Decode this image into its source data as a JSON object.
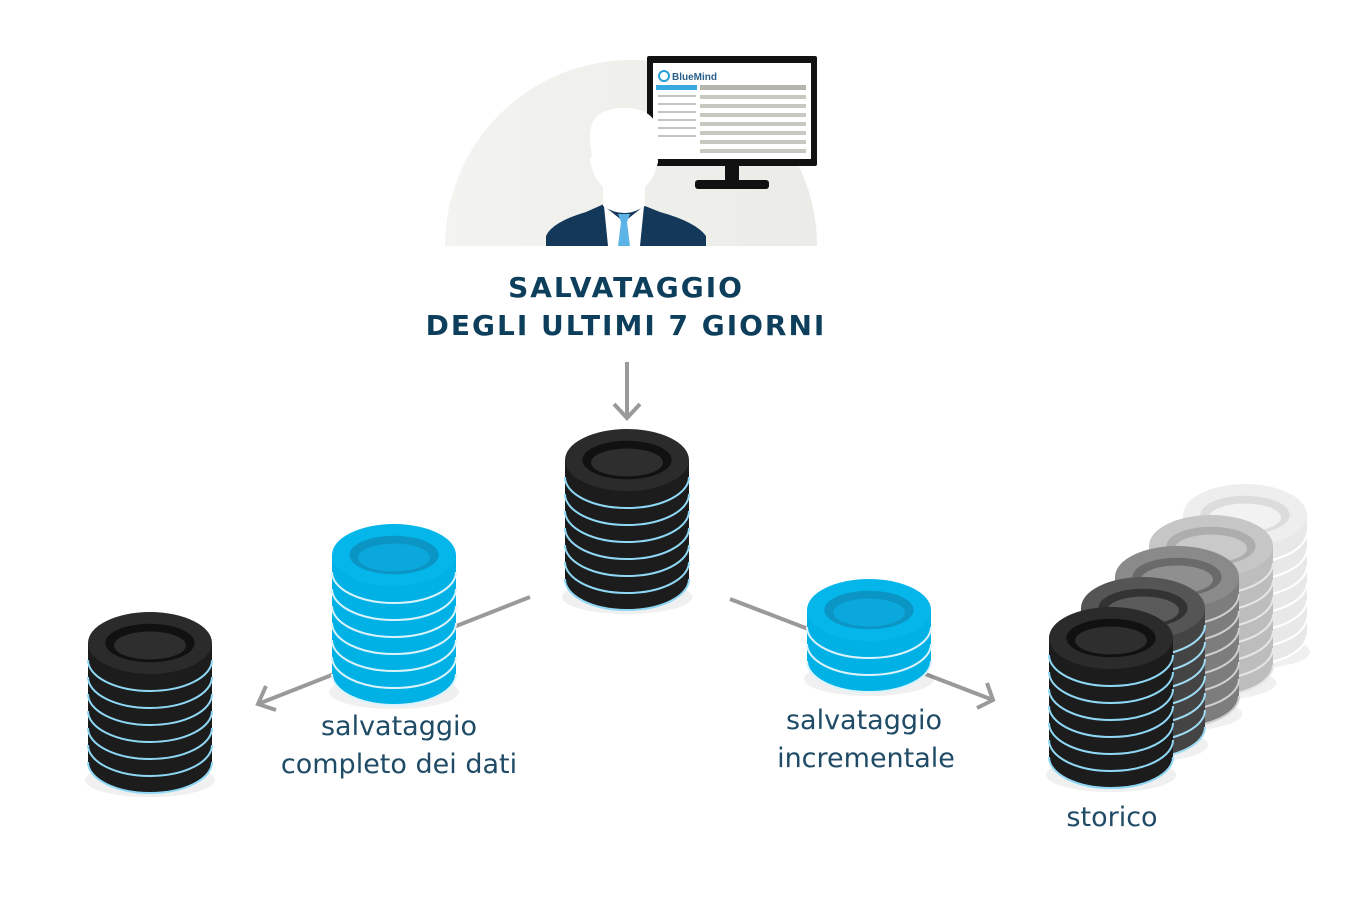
{
  "heading": {
    "line1": "SALVATAGGIO",
    "line2": "DEGLI ULTIMI 7 GIORNI"
  },
  "monitor": {
    "brand": "BlueMind"
  },
  "labels": {
    "full_line1": "salvataggio",
    "full_line2": "completo dei dati",
    "incremental_line1": "salvataggio",
    "incremental_line2": "incrementale",
    "history": "storico"
  },
  "colors": {
    "dark_disk": "#1c1c1c",
    "blue_disk": "#00b1e6",
    "stripe": "#8fd8f5",
    "arrow": "#9a9a9a",
    "heading": "#0d3f5c",
    "silhouette": "#14385a",
    "tie": "#5bb4e6"
  }
}
